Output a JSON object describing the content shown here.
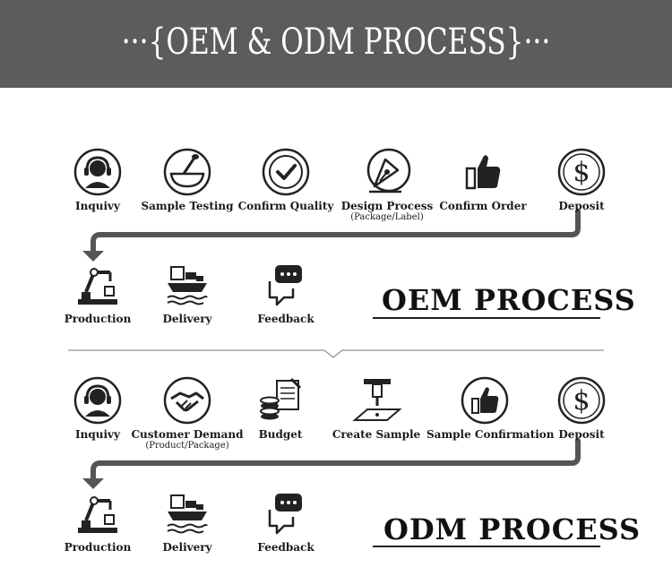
{
  "header": {
    "title": "···{OEM & ODM PROCESS}···"
  },
  "oem": {
    "title": "OEM PROCESS",
    "row1": [
      {
        "label": "Inquivy",
        "sub": "",
        "icon": "headset-icon"
      },
      {
        "label": "Sample Testing",
        "sub": "",
        "icon": "bowl-spoon-icon"
      },
      {
        "label": "Confirm Quality",
        "sub": "",
        "icon": "checkmark-icon"
      },
      {
        "label": "Design Process",
        "sub": "(Package/Label)",
        "icon": "pen-nib-icon"
      },
      {
        "label": "Confirm Order",
        "sub": "",
        "icon": "thumbs-up-icon"
      },
      {
        "label": "Deposit",
        "sub": "",
        "icon": "dollar-icon"
      }
    ],
    "row2": [
      {
        "label": "Production",
        "icon": "robot-arm-icon"
      },
      {
        "label": "Delivery",
        "icon": "ship-icon"
      },
      {
        "label": "Feedback",
        "icon": "chat-bubble-icon"
      }
    ]
  },
  "odm": {
    "title": "ODM PROCESS",
    "row1": [
      {
        "label": "Inquivy",
        "sub": "",
        "icon": "headset-icon"
      },
      {
        "label": "Customer Demand",
        "sub": "(Product/Package)",
        "icon": "handshake-icon"
      },
      {
        "label": "Budget",
        "sub": "",
        "icon": "coins-document-icon"
      },
      {
        "label": "Create Sample",
        "sub": "",
        "icon": "dispenser-icon"
      },
      {
        "label": "Sample Confirmation",
        "sub": "",
        "icon": "thumbs-up-icon"
      },
      {
        "label": "Deposit",
        "sub": "",
        "icon": "dollar-icon"
      }
    ],
    "row2": [
      {
        "label": "Production",
        "icon": "robot-arm-icon"
      },
      {
        "label": "Delivery",
        "icon": "ship-icon"
      },
      {
        "label": "Feedback",
        "icon": "chat-bubble-icon"
      }
    ]
  }
}
